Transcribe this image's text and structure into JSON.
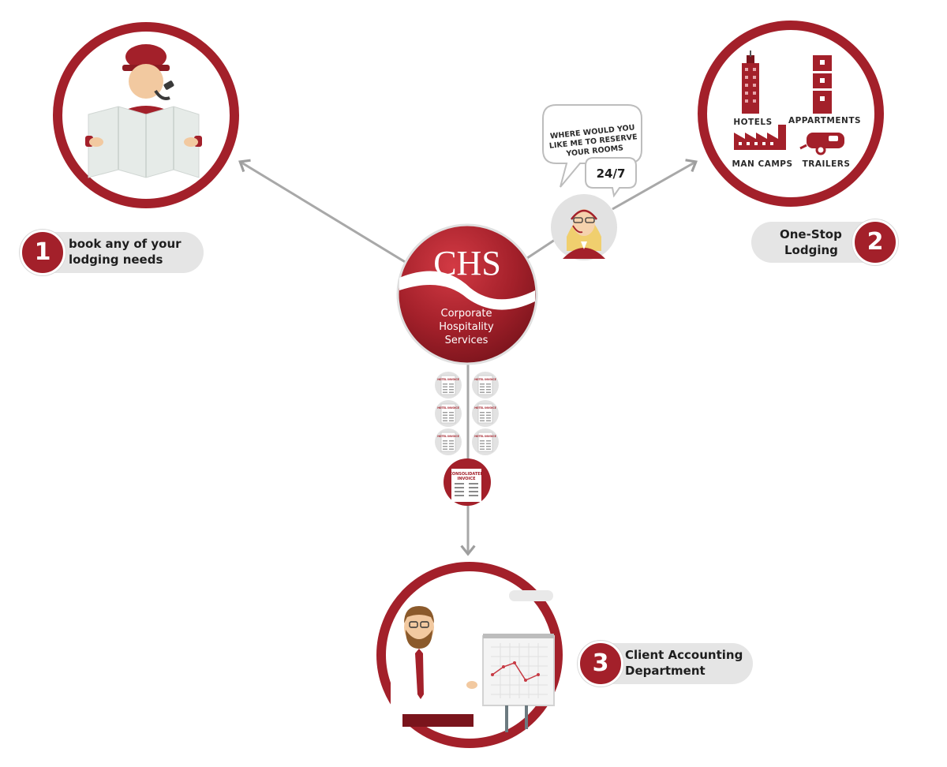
{
  "brand": {
    "abbr": "CHS",
    "line1": "Corporate",
    "line2": "Hospitality",
    "line3": "Services",
    "color": "#a3202a"
  },
  "steps": [
    {
      "number": "1",
      "line1": "book any of your",
      "line2": "lodging needs"
    },
    {
      "number": "2",
      "line1": "One-Stop",
      "line2": "Lodging"
    },
    {
      "number": "3",
      "line1": "Client Accounting",
      "line2": "Department"
    }
  ],
  "lodging_types": {
    "hotels": "HOTELS",
    "appartments": "APPARTMENTS",
    "man_camps": "MAN CAMPS",
    "trailers": "TRAILERS"
  },
  "agent_bubble": {
    "line1": "WHERE WOULD YOU",
    "line2": "LIKE ME TO RESERVE",
    "line3": "YOUR ROOMS",
    "availability": "24/7"
  },
  "invoice": {
    "small_doc_label": "HOTEL INVOICE",
    "small_doc_count": 6,
    "consolidated_line1": "CONSOLIDATED",
    "consolidated_line2": "INVOICE"
  },
  "icons": {
    "step1": "bellhop-with-map-icon",
    "step2": "lodging-types-icon",
    "agent": "call-center-agent-icon",
    "step3": "accountant-with-chart-icon"
  }
}
